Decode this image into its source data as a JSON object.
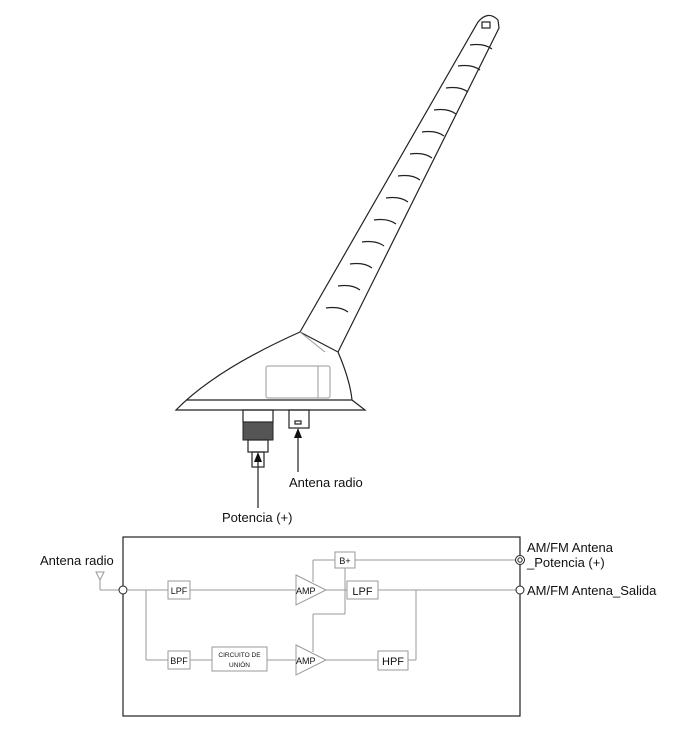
{
  "illustration": {
    "labels": {
      "antenna_radio": "Antena radio",
      "power": "Potencia (+)"
    }
  },
  "block_diagram": {
    "input_label": "Antena radio",
    "blocks": {
      "lpf_in": "LPF",
      "bpf": "BPF",
      "matching_line1": "CIRCUITO DE",
      "matching_line2": "UNIÓN",
      "amp_top": "AMP",
      "amp_bottom": "AMP",
      "lpf_out": "LPF",
      "hpf": "HPF",
      "bplus": "B+"
    },
    "outputs": {
      "power_line1": "AM/FM Antena",
      "power_line2": "_Potencia (+)",
      "signal": "AM/FM Antena_Salida"
    }
  }
}
